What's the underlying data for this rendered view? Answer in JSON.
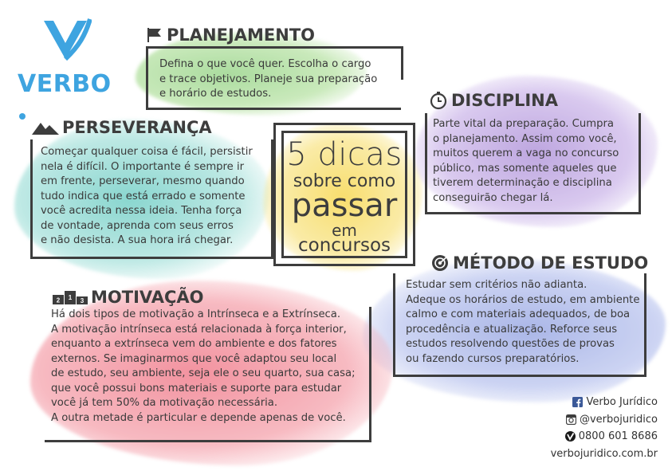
{
  "brand": {
    "name": "VERBO",
    "color": "#3ea4e0"
  },
  "center": {
    "line1": "5 dicas",
    "line2": "sobre como",
    "line3": "passar",
    "line4": "em",
    "line5": "concursos"
  },
  "sections": {
    "planejamento": {
      "title": "PLANEJAMENTO",
      "icon": "flag-icon",
      "lines": [
        "Defina o que você quer. Escolha o cargo",
        "e trace objetivos. Planeje sua preparação",
        "e horário de estudos."
      ]
    },
    "perseveranca": {
      "title": "PERSEVERANÇA",
      "icon": "mountain-icon",
      "lines": [
        "Começar qualquer coisa é fácil, persistir",
        "nela é difícil. O importante é sempre ir",
        "em frente, perseverar, mesmo quando",
        "tudo indica que está errado e somente",
        "você acredita nessa ideia. Tenha força",
        "de vontade, aprenda com seus erros",
        "e não desista. A sua hora irá chegar."
      ]
    },
    "disciplina": {
      "title": "DISCIPLINA",
      "icon": "clock-icon",
      "lines": [
        "Parte vital da preparação. Cumpra",
        "o planejamento. Assim como você,",
        "muitos querem a vaga no concurso",
        "público, mas somente aqueles que",
        "tiverem determinação e disciplina",
        "conseguirão chegar lá."
      ]
    },
    "metodo": {
      "title": "MÉTODO DE ESTUDO",
      "icon": "target-icon",
      "lines": [
        "Estudar sem critérios não adianta.",
        "Adeque os horários de estudo, em ambiente",
        "calmo e com materiais adequados, de boa",
        "procedência e atualização. Reforce seus",
        "estudos resolvendo questões de provas",
        "ou fazendo cursos preparatórios."
      ]
    },
    "motivacao": {
      "title": "MOTIVAÇÃO",
      "icon": "podium-icon",
      "podium": [
        "2",
        "1",
        "3"
      ],
      "lines": [
        "Há dois tipos de motivação a Intrínseca e a Extrínseca.",
        "A motivação intrínseca está relacionada à força interior,",
        "enquanto a extrínseca vem do ambiente e dos fatores",
        "externos. Se imaginarmos que você adaptou seu local",
        "de estudo, seu ambiente, seja ele o seu quarto, sua casa;",
        "que você possui bons materiais e suporte para estudar",
        "você já tem 50% da motivação necessária.",
        "A outra metade é particular e depende apenas de você."
      ]
    }
  },
  "contact": {
    "facebook": "Verbo Jurídico",
    "instagram": "@verbojuridico",
    "phone": "0800 601 8686",
    "site": "verbojuridico.com.br"
  },
  "colors": {
    "green": "#8fd07f",
    "cyan": "#63c9c0",
    "yellow": "#f6d33e",
    "purple": "#a98ad6",
    "blue": "#8f9fe0",
    "red": "#ef6f80",
    "ink": "#3d3d3d"
  }
}
